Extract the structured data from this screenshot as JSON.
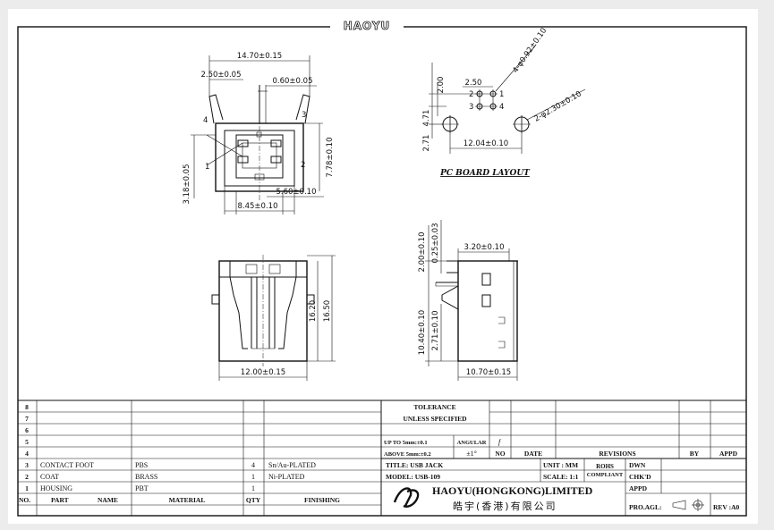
{
  "brand": "HAOYU",
  "views": {
    "top": {
      "dims": [
        "14.70±0.15",
        "2.50±0.05",
        "0.60±0.05",
        "7.78±0.10",
        "3.18±0.05",
        "5.60±0.10",
        "8.45±0.10"
      ],
      "pins": [
        "1",
        "2",
        "3",
        "4"
      ]
    },
    "pcb": {
      "title": "PC BOARD LAYOUT",
      "dims": [
        "2.00",
        "2.50",
        "4.71",
        "2.71",
        "12.04±0.10",
        "4-φ0.92±0.10",
        "2-φ2.30±0.10"
      ],
      "pins": [
        "1",
        "2",
        "3",
        "4"
      ]
    },
    "front": {
      "dims": [
        "16.20",
        "16.50",
        "12.00±0.15"
      ]
    },
    "side": {
      "dims": [
        "2.00±0.10",
        "0.25±0.03",
        "3.20±0.10",
        "10.40±0.10",
        "2.71±0.10",
        "10.70±0.15"
      ]
    }
  },
  "title_block": {
    "bom": {
      "rows": [
        {
          "no": "8",
          "part": "",
          "material": "",
          "qty": "",
          "finishing": ""
        },
        {
          "no": "7",
          "part": "",
          "material": "",
          "qty": "",
          "finishing": ""
        },
        {
          "no": "6",
          "part": "",
          "material": "",
          "qty": "",
          "finishing": ""
        },
        {
          "no": "5",
          "part": "",
          "material": "",
          "qty": "",
          "finishing": ""
        },
        {
          "no": "4",
          "part": "",
          "material": "",
          "qty": "",
          "finishing": ""
        },
        {
          "no": "3",
          "part": "CONTACT FOOT",
          "material": "PBS",
          "qty": "4",
          "finishing": "Sn/Au-PLATED"
        },
        {
          "no": "2",
          "part": "COAT",
          "material": "BRASS",
          "qty": "1",
          "finishing": "Ni-PLATED"
        },
        {
          "no": "1",
          "part": "HOUSING",
          "material": "PBT",
          "qty": "1",
          "finishing": ""
        }
      ],
      "headers": {
        "no": "NO.",
        "part": "PART",
        "name": "NAME",
        "material": "MATERIAL",
        "qty": "QTY",
        "finishing": "FINISHING"
      }
    },
    "tolerance": {
      "title": "TOLERANCE",
      "subtitle": "UNLESS   SPECIFIED",
      "row1": "UP TO 5mm:±0.1",
      "row2": "ABOVE 5mm:±0.2",
      "angular": "ANGULAR",
      "angular_val": "±1°",
      "f": "f"
    },
    "revisions": {
      "no": "NO",
      "date": "DATE",
      "revisions": "REVISIONS",
      "by": "BY",
      "appd": "APPD"
    },
    "title": "TITLE: USB JACK",
    "model": "MODEL: USB-109",
    "unit": "UNIT : MM",
    "scale": "SCALE: 1:1",
    "rohs": "ROHS",
    "compliant": "COMPLIANT",
    "dwn": "DWN",
    "chkd": "CHK'D",
    "appd": "APPD",
    "company_en": "HAOYU(HONGKONG)LIMITED",
    "company_cn": "皓宇(香港)有限公司",
    "proj": "PRO.AGL:",
    "rev": "REV :A0"
  }
}
